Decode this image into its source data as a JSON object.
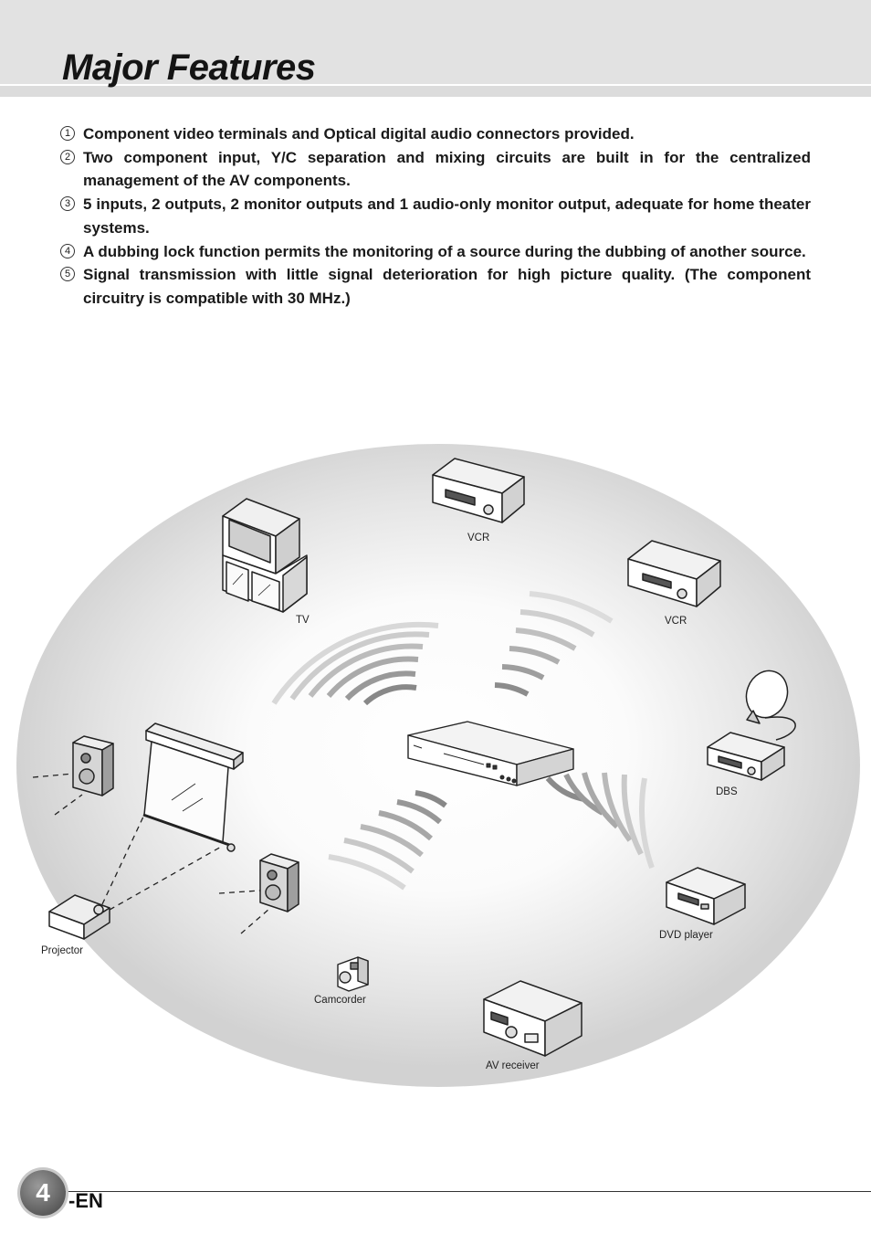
{
  "page": {
    "title": "Major Features",
    "number": "4",
    "suffix": "-EN"
  },
  "features": [
    {
      "num": "1",
      "text": "Component video terminals and Optical digital audio connectors provided."
    },
    {
      "num": "2",
      "text": "Two component input, Y/C separation and mixing circuits are built in for the centralized management of the AV components."
    },
    {
      "num": "3",
      "text": "5 inputs, 2 outputs, 2 monitor outputs and 1 audio-only monitor output, adequate for home theater systems."
    },
    {
      "num": "4",
      "text": "A dubbing lock function permits the monitoring of a source during the dubbing of another source."
    },
    {
      "num": "5",
      "text": "Signal transmission with little signal deterioration for high picture quality. (The component circuitry is compatible with 30 MHz.)"
    }
  ],
  "diagram": {
    "labels": {
      "tv": "TV",
      "vcr1": "VCR",
      "vcr2": "VCR",
      "dbs": "DBS",
      "dvd": "DVD player",
      "av_receiver": "AV receiver",
      "camcorder": "Camcorder",
      "projector": "Projector"
    }
  }
}
